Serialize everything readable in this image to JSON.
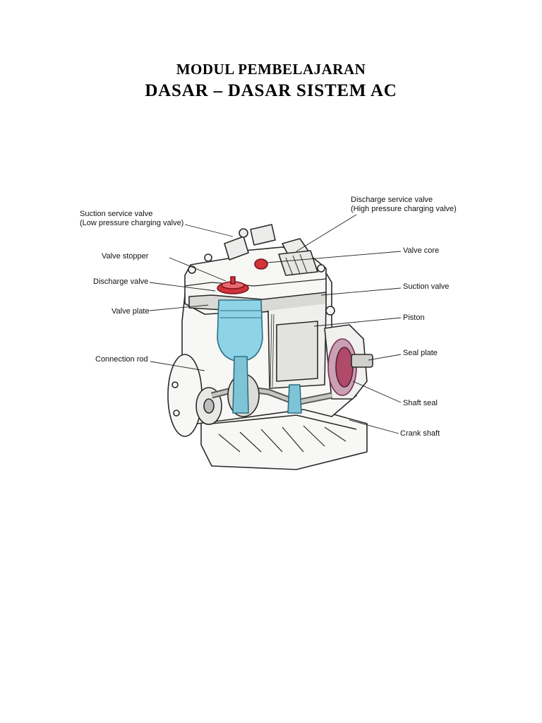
{
  "header": {
    "line1": "MODUL  PEMBELAJARAN",
    "line2": "DASAR – DASAR  SISTEM  AC"
  },
  "diagram": {
    "labels": {
      "suction_service_valve": "Suction service valve",
      "suction_service_valve_sub": "(Low pressure charging valve)",
      "valve_stopper": "Valve stopper",
      "discharge_valve": "Discharge valve",
      "valve_plate": "Valve plate",
      "connection_rod": "Connection rod",
      "discharge_service_valve": "Discharge service valve",
      "discharge_service_valve_sub": "(High pressure charging valve)",
      "valve_core": "Valve core",
      "suction_valve": "Suction valve",
      "piston": "Piston",
      "seal_plate": "Seal plate",
      "shaft_seal": "Shaft seal",
      "crank_shaft": "Crank shaft"
    },
    "colors": {
      "piston_highlight": "#8fd3e6",
      "valve_highlight": "#d2323c",
      "seal_highlight": "#b04a6a",
      "body_line": "#2a2a2a"
    }
  }
}
